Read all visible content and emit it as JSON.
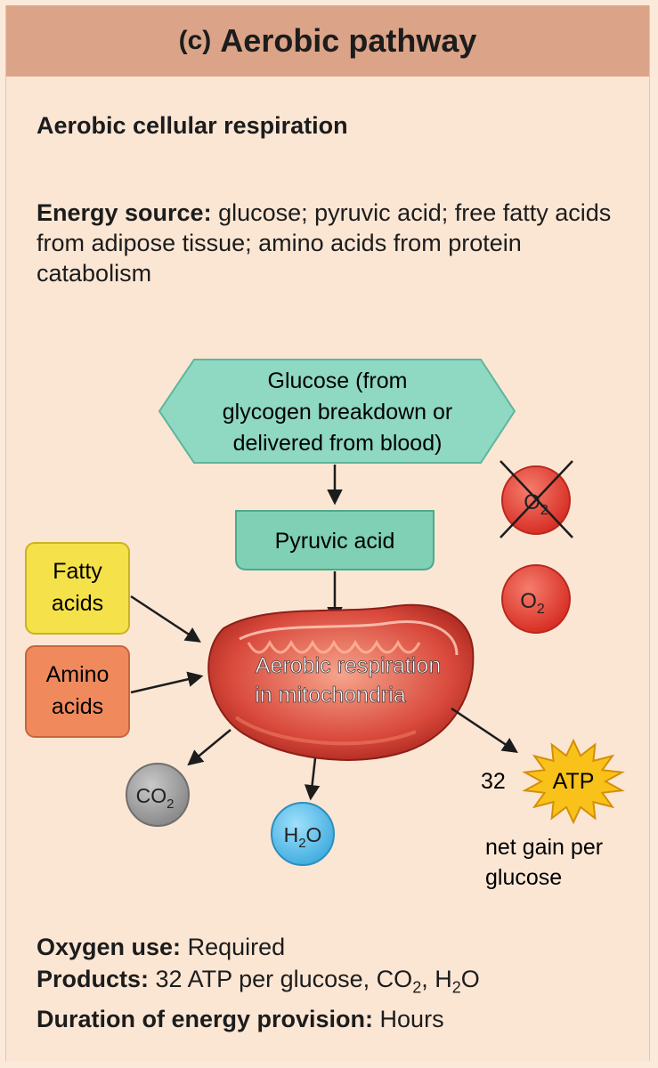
{
  "header": {
    "label": "(c)",
    "title": "Aerobic pathway"
  },
  "subtitle": "Aerobic cellular respiration",
  "energy": {
    "label": "Energy source:",
    "text": "glucose; pyruvic acid; free fatty acids from adipose tissue; amino acids from protein catabolism"
  },
  "diagram": {
    "glucose_lines": [
      "Glucose (from",
      "glycogen breakdown or",
      "delivered from blood)"
    ],
    "pyruvic": "Pyruvic acid",
    "fatty_lines": [
      "Fatty",
      "acids"
    ],
    "amino_lines": [
      "Amino",
      "acids"
    ],
    "mito_lines": [
      "Aerobic respiration",
      "in mitochondria"
    ],
    "o2_crossed": {
      "main": "O",
      "sub": "2"
    },
    "o2": {
      "main": "O",
      "sub": "2"
    },
    "co2": {
      "main": "CO",
      "sub": "2"
    },
    "h2o": {
      "pre": "H",
      "sub": "2",
      "post": "O"
    },
    "atp_count": "32",
    "atp": "ATP",
    "net_gain_lines": [
      "net gain per",
      "glucose"
    ],
    "colors": {
      "glucose": "#8fd8c2",
      "pyruvic": "#7fd0b4",
      "fatty": "#f5e14a",
      "amino": "#f08a5d",
      "oxygen": "#e8433a",
      "co2": "#9a9a9a",
      "h2o": "#5cc0ea",
      "atp": "#f9c21a",
      "mito": "#d9493c"
    }
  },
  "footer": {
    "oxygen_label": "Oxygen use:",
    "oxygen_value": "Required",
    "products_label": "Products:",
    "products_value": "32 ATP per glucose, CO",
    "products_sub1": "2",
    "products_mid": ", H",
    "products_sub2": "2",
    "products_end": "O",
    "duration_label": "Duration of energy provision:",
    "duration_value": "Hours"
  }
}
